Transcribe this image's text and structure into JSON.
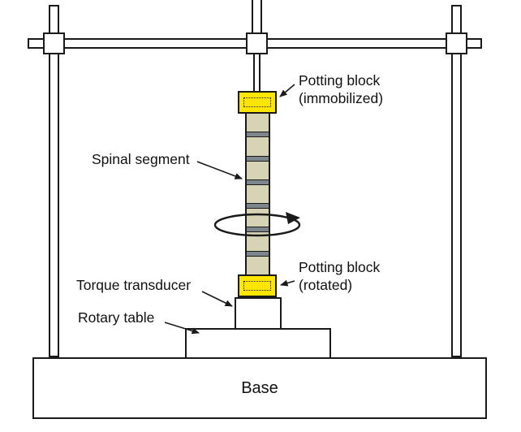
{
  "figure": {
    "labels": {
      "potting_top_line1": "Potting block",
      "potting_top_line2": "(immobilized)",
      "spinal_segment": "Spinal segment",
      "potting_bottom_line1": "Potting block",
      "potting_bottom_line2": "(rotated)",
      "torque_transducer": "Torque transducer",
      "rotary_table": "Rotary table",
      "base": "Base"
    },
    "colors": {
      "potting_block_fill": "#ffe600",
      "vertebra_fill": "#d7d4b5",
      "disc_fill": "#7d868d",
      "outline": "#1a1a1a",
      "background": "#ffffff"
    },
    "spine": {
      "vertebrae_count": 7,
      "intervertebral_disc_count": 6
    },
    "icons": {
      "rotation_arrow": "axial-rotation-arrow"
    }
  }
}
